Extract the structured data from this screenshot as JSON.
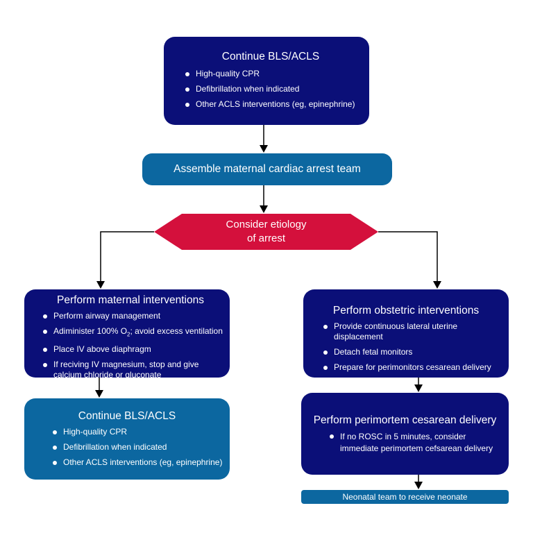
{
  "top_box": {
    "title": "Continue BLS/ACLS",
    "items": [
      "High-quality CPR",
      "Defibrillation when indicated",
      "Other ACLS interventions (eg, epinephrine)"
    ]
  },
  "team": {
    "label": "Assemble maternal cardiac arrest team"
  },
  "etiology": {
    "line1": "Consider etiology",
    "line2": "of arrest"
  },
  "maternal": {
    "title": "Perform maternal interventions",
    "items": [
      "Perform airway management",
      "Adiminister 100% O",
      "2",
      "; avoid excess ventilation",
      "Place IV above diaphragm",
      "If reciving IV magnesium, stop and give calcium chloride or gluconate"
    ]
  },
  "bottom_left": {
    "title": "Continue BLS/ACLS",
    "items": [
      "High-quality CPR",
      "Defibrillation when indicated",
      "Other ACLS interventions (eg, epinephrine)"
    ]
  },
  "obstetric": {
    "title": "Perform obstetric interventions",
    "items": [
      "Provide continuous lateral uterine displacement",
      "Detach fetal monitors",
      "Prepare for perimonitors cesarean delivery"
    ]
  },
  "cesarean": {
    "title": "Perform perimortem cesarean delivery",
    "items": [
      "If no ROSC in 5 minutes, consider immediate perimortem cefsarean delivery"
    ]
  },
  "neonatal": {
    "label": "Neonatal team to receive neonate"
  },
  "colors": {
    "navy": "#0b0f78",
    "teal": "#0c67a0",
    "red": "#d4103c"
  }
}
